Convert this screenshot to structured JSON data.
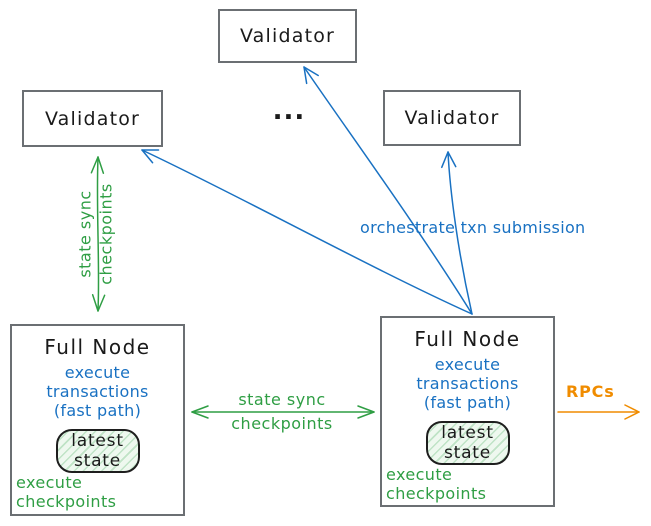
{
  "diagram": {
    "validators": {
      "top": "Validator",
      "left": "Validator",
      "right": "Validator",
      "ellipsis": "..."
    },
    "full_nodes": {
      "left": {
        "title": "Full Node",
        "execute_line1": "execute transactions",
        "execute_line2": "(fast path)",
        "state_line1": "latest",
        "state_line2": "state",
        "footer": "execute checkpoints"
      },
      "right": {
        "title": "Full Node",
        "execute_line1": "execute transactions",
        "execute_line2": "(fast path)",
        "state_line1": "latest",
        "state_line2": "state",
        "footer": "execute checkpoints"
      }
    },
    "edges": {
      "validator_fullnode_sync": {
        "label_line1": "state sync",
        "label_line2": "checkpoints"
      },
      "fullnode_fullnode_sync": {
        "label_line1": "state sync",
        "label_line2": "checkpoints"
      },
      "orchestrate": {
        "label": "orchestrate txn submission"
      },
      "rpcs": {
        "label": "RPCs"
      }
    },
    "colors": {
      "blue": "#1971c2",
      "green": "#2f9e44",
      "orange": "#f08c00",
      "box_border": "#6b6f73",
      "ink": "#1a1a1a",
      "state_fill": "#eef8ef",
      "state_hatch": "#bfe3c6"
    }
  }
}
